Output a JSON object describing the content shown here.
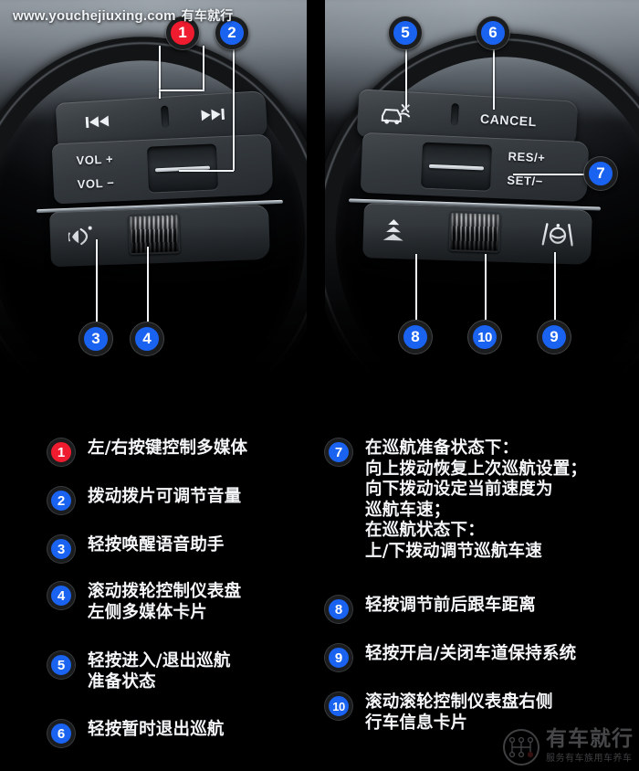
{
  "header": {
    "site_url": "www.youchejiuxing.com",
    "site_name_cn": "有车就行"
  },
  "photo": {
    "left_panel": {
      "label_prev_track": "prev-track-icon",
      "label_next_track": "next-track-icon",
      "label_vol_up": "VOL +",
      "label_vol_down": "VOL −",
      "label_voice": "voice-assistant-icon",
      "label_wheel": "scroll-wheel"
    },
    "right_panel": {
      "label_acc": "adaptive-cruise-icon",
      "label_cancel": "CANCEL",
      "label_res": "RES/+",
      "label_set": "SET/−",
      "label_distance": "following-distance-icon",
      "label_lane": "lane-keep-assist-icon",
      "label_wheel": "scroll-wheel"
    },
    "callouts": [
      {
        "num": "1",
        "color": "red"
      },
      {
        "num": "2",
        "color": "blue"
      },
      {
        "num": "3",
        "color": "blue"
      },
      {
        "num": "4",
        "color": "blue"
      },
      {
        "num": "5",
        "color": "blue"
      },
      {
        "num": "6",
        "color": "blue"
      },
      {
        "num": "7",
        "color": "blue"
      },
      {
        "num": "8",
        "color": "blue"
      },
      {
        "num": "9",
        "color": "blue"
      },
      {
        "num": "10",
        "color": "blue"
      }
    ]
  },
  "legend": {
    "left": [
      {
        "num": "1",
        "color": "red",
        "text": "左/右按键控制多媒体"
      },
      {
        "num": "2",
        "color": "blue",
        "text": "拨动拨片可调节音量"
      },
      {
        "num": "3",
        "color": "blue",
        "text": "轻按唤醒语音助手"
      },
      {
        "num": "4",
        "color": "blue",
        "text": "滚动拨轮控制仪表盘\n左侧多媒体卡片"
      },
      {
        "num": "5",
        "color": "blue",
        "text": "轻按进入/退出巡航\n准备状态"
      },
      {
        "num": "6",
        "color": "blue",
        "text": "轻按暂时退出巡航"
      }
    ],
    "right": [
      {
        "num": "7",
        "color": "blue",
        "text": "在巡航准备状态下：\n向上拨动恢复上次巡航设置；\n向下拨动设定当前速度为\n巡航车速；\n在巡航状态下：\n上/下拨动调节巡航车速"
      },
      {
        "num": "8",
        "color": "blue",
        "text": "轻按调节前后跟车距离"
      },
      {
        "num": "9",
        "color": "blue",
        "text": "轻按开启/关闭车道保持系统"
      },
      {
        "num": "10",
        "color": "blue",
        "text": "滚动滚轮控制仪表盘右侧\n行车信息卡片"
      }
    ]
  },
  "watermark": {
    "title": "有车就行",
    "subtitle": "服务有车族用车养车"
  },
  "colors": {
    "badge_blue": "#1a62f0",
    "badge_red": "#ef1b2e",
    "background": "#000000",
    "text": "#f4f6f8"
  }
}
